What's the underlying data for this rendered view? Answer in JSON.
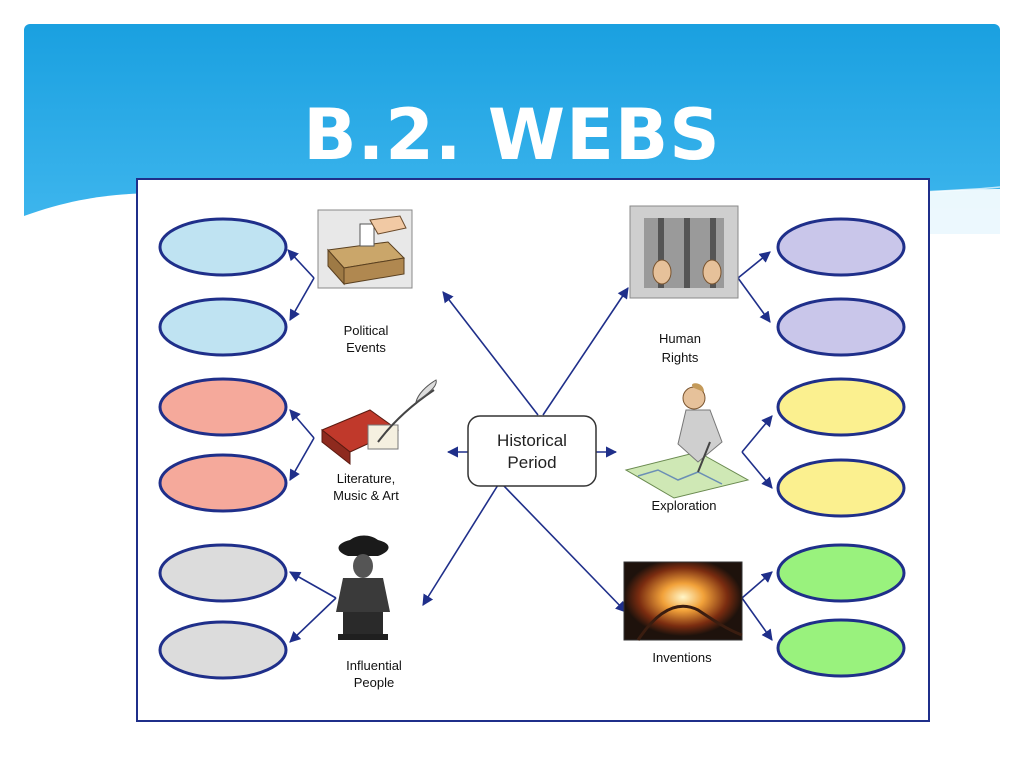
{
  "slide": {
    "title": "B.2. WEBS"
  },
  "diagram": {
    "center": {
      "line1": "Historical",
      "line2": "Period"
    },
    "topics": [
      {
        "id": "political",
        "line1": "Political",
        "line2": "Events",
        "ellipse_color": "#bfe3f2",
        "icon": "ballot-box-icon"
      },
      {
        "id": "literature",
        "line1": "Literature,",
        "line2": "Music & Art",
        "ellipse_color": "#f5a99b",
        "icon": "quill-and-books-icon"
      },
      {
        "id": "influential",
        "line1": "Influential",
        "line2": "People",
        "ellipse_color": "#dcdcdc",
        "icon": "napoleon-statue-icon"
      },
      {
        "id": "human-rights",
        "line1": "Human",
        "line2": "Rights",
        "ellipse_color": "#c9c6ea",
        "icon": "prison-bars-icon"
      },
      {
        "id": "exploration",
        "line1": "Exploration",
        "line2": "",
        "ellipse_color": "#fbf08f",
        "icon": "explorer-map-icon"
      },
      {
        "id": "inventions",
        "line1": "Inventions",
        "line2": "",
        "ellipse_color": "#99f27d",
        "icon": "light-bulb-icon"
      }
    ],
    "colors": {
      "arrow": "#1f2f8a",
      "banner_top": "#1aa0e0",
      "banner_bottom": "#3db3ea"
    }
  }
}
